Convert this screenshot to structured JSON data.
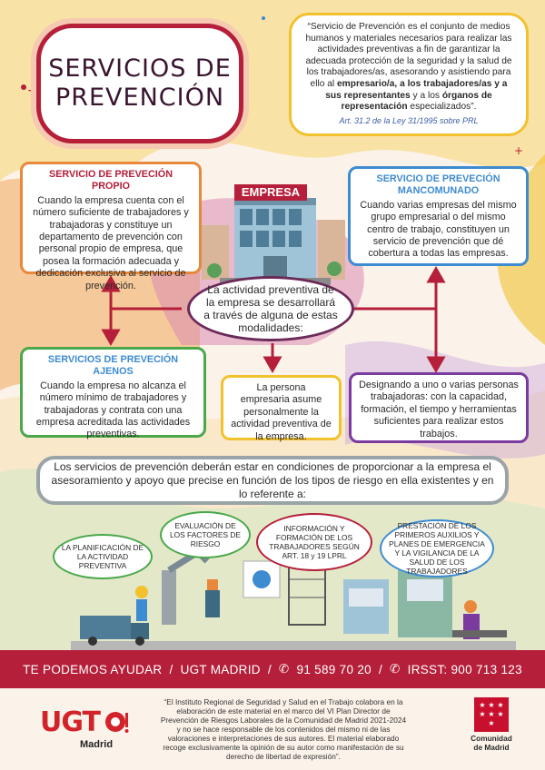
{
  "colors": {
    "brand_red": "#b51f3a",
    "orange": "#e8883a",
    "blue": "#3d8bd0",
    "green": "#4aa84a",
    "yellow": "#f2c12e",
    "purple": "#7a3aa0"
  },
  "title": {
    "line1": "SERVICIOS DE",
    "line2": "PREVENCIÓN"
  },
  "quote": {
    "part1": "“Servicio de Prevención es el conjunto de medios humanos y materiales necesarios para realizar las actividades preventivas a fin de garantizar la adecuada protección de la seguridad y la salud de los trabajadores/as, asesorando y asistiendo para ello al ",
    "bold1": "empresario/a, a los trabajadores/as y a sus representantes",
    "part2": " y a los ",
    "bold2": "órganos de representación",
    "part3": " especializados”.",
    "citation": "Art. 31.2 de la Ley 31/1995 sobre PRL"
  },
  "building_sign": "EMPRESA",
  "center_text": "La actividad preventiva de la empresa se desarrollará a través de alguna de estas modalidades:",
  "cards": {
    "propio": {
      "title": "SERVICIO DE PREVECIÓN PROPIO",
      "text": "Cuando la empresa cuenta con el número suficiente de trabajadores y trabajadoras y constituye un departamento de prevención con personal propio de empresa, que posea la formación adecuada y dedicación exclusiva al servicio de prevención."
    },
    "mancomunado": {
      "title": "SERVICIO DE PREVECIÓN MANCOMUNADO",
      "text": "Cuando varias empresas del mismo grupo empresarial o del mismo centro de trabajo, constituyen un servicio de prevención que dé cobertura a todas las empresas."
    },
    "ajenos": {
      "title": "SERVICIOS DE PREVECIÓN AJENOS",
      "text": "Cuando la empresa no alcanza el número mínimo de trabajadores y trabajadoras y contrata con una empresa acreditada las actividades preventivas."
    },
    "persona": {
      "text": "La persona empresaria asume personalmente la actividad preventiva de la empresa."
    },
    "designando": {
      "text": "Designando a uno o varias personas trabajadoras: con la capacidad, formación, el tiempo y herramientas suficientes para realizar estos trabajos."
    }
  },
  "wide_text": "Los servicios de prevención deberán estar en condiciones de proporcionar a la empresa el asesoramiento y apoyo que precise en función de los tipos de riesgo en ella existentes y en lo referente a:",
  "bubbles": [
    "LA PLANIFICACIÓN DE LA ACTIVIDAD PREVENTIVA",
    "EVALUACIÓN DE LOS FACTORES DE RIESGO",
    "INFORMACIÓN Y FORMACIÓN DE LOS TRABAJADORES SEGÚN ART. 18 y 19 LPRL",
    "PRESTACIÓN DE LOS PRIMEROS AUXILIOS Y PLANES DE EMERGENCIA Y LA VIGILANCIA DE LA SALUD DE LOS TRABAJADORES"
  ],
  "footer": {
    "help": "TE PODEMOS AYUDAR",
    "org": "UGT MADRID",
    "phone": "91 589 70 20",
    "irsst": "IRSST: 900 713 123"
  },
  "ugt": {
    "logo_text": "UGT",
    "city": "Madrid"
  },
  "disclaimer": "“El Instituto Regional de Seguridad y Salud en el Trabajo colabora en la elaboración de este material en el marco del VI Plan Director de Prevención de Riesgos Laborales de la Comunidad de Madrid 2021-2024 y no se hace responsable de los contenidos del mismo ni de las valoraciones e interpretaciones de sus autores. El material elaborado recoge exclusivamente la opinión de su autor como manifestación de su derecho de libertad de expresión”.",
  "cm": {
    "line1": "Comunidad",
    "line2": "de Madrid"
  }
}
